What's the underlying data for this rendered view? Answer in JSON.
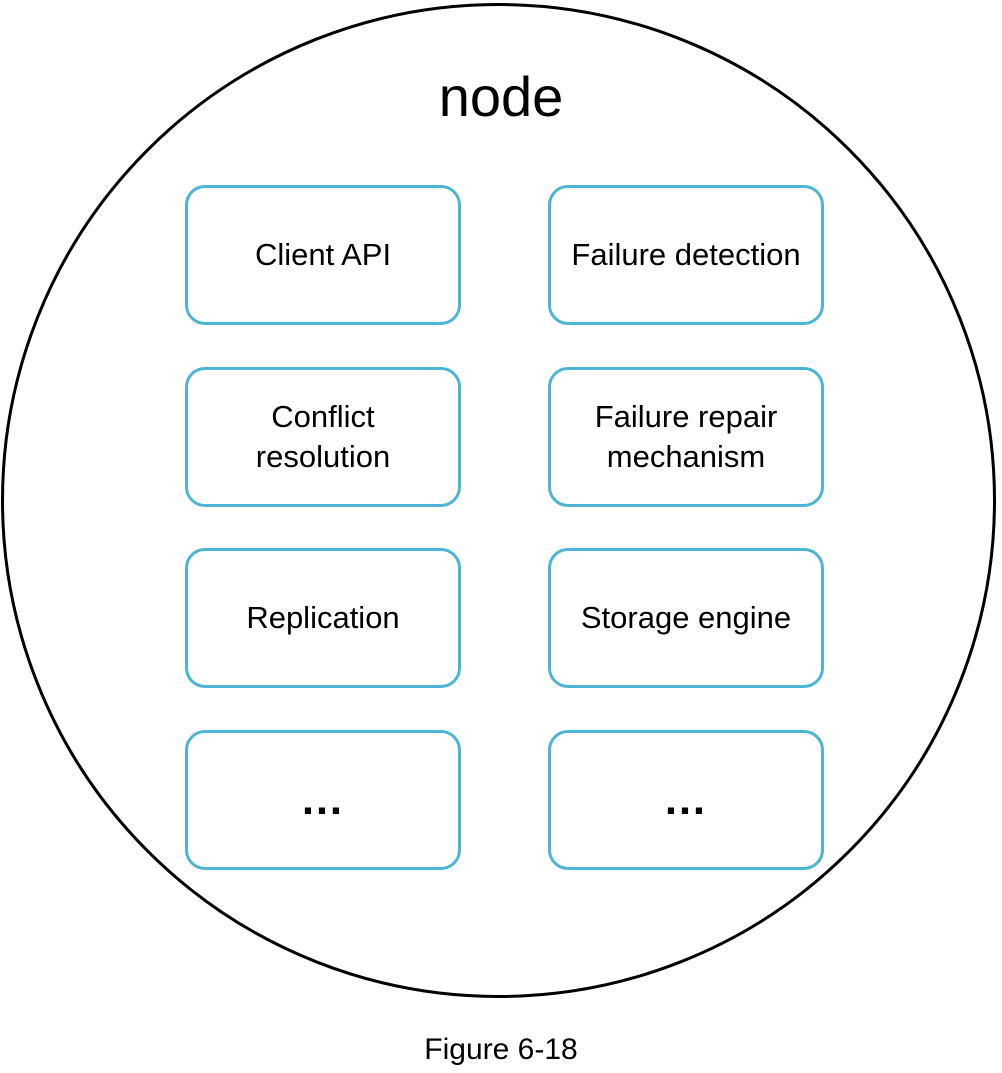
{
  "diagram": {
    "title": "node",
    "components": [
      {
        "label": "Client API"
      },
      {
        "label": "Failure detection"
      },
      {
        "label": "Conflict\nresolution"
      },
      {
        "label": "Failure repair\nmechanism"
      },
      {
        "label": "Replication"
      },
      {
        "label": "Storage engine"
      },
      {
        "label": "…"
      },
      {
        "label": "…"
      }
    ],
    "border_color": "#4cb5d6"
  },
  "caption": "Figure 6-18"
}
